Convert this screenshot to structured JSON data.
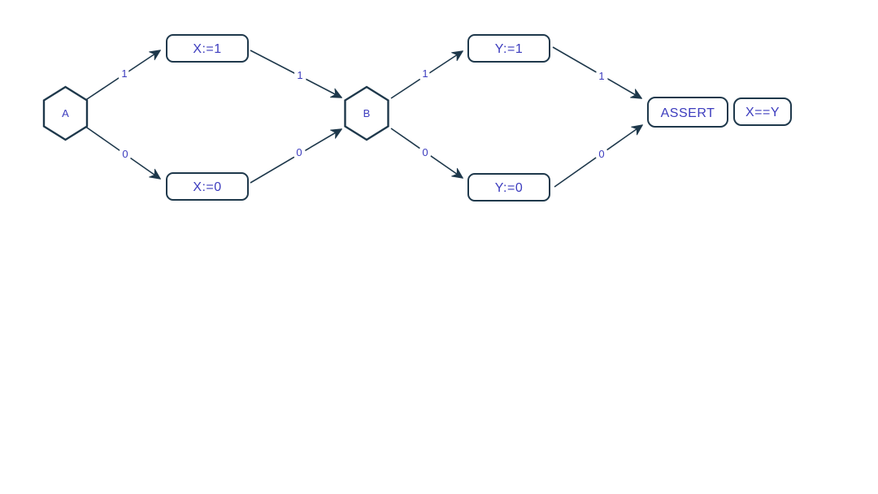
{
  "page": {
    "background": "#ffffff"
  },
  "diagram": {
    "type": "control-flow-graph",
    "colors": {
      "node_stroke": "#1e384b",
      "node_fill": "#ffffff",
      "text": "#3c3cbe",
      "edge": "#1e384b"
    },
    "nodes": [
      {
        "id": "A",
        "shape": "hexagon",
        "label": "A"
      },
      {
        "id": "assign-x-1",
        "shape": "rounded-rect",
        "label": "X:=1"
      },
      {
        "id": "assign-x-0",
        "shape": "rounded-rect",
        "label": "X:=0"
      },
      {
        "id": "B",
        "shape": "hexagon",
        "label": "B"
      },
      {
        "id": "assign-y-1",
        "shape": "rounded-rect",
        "label": "Y:=1"
      },
      {
        "id": "assign-y-0",
        "shape": "rounded-rect",
        "label": "Y:=0"
      },
      {
        "id": "assert",
        "shape": "rounded-rect",
        "label": "ASSERT"
      },
      {
        "id": "assert-condition",
        "shape": "rounded-rect",
        "label": "X==Y"
      }
    ],
    "edges": [
      {
        "from": "A",
        "to": "assign-x-1",
        "label": "1"
      },
      {
        "from": "A",
        "to": "assign-x-0",
        "label": "0"
      },
      {
        "from": "assign-x-1",
        "to": "B",
        "label": "1"
      },
      {
        "from": "assign-x-0",
        "to": "B",
        "label": "0"
      },
      {
        "from": "B",
        "to": "assign-y-1",
        "label": "1"
      },
      {
        "from": "B",
        "to": "assign-y-0",
        "label": "0"
      },
      {
        "from": "assign-y-1",
        "to": "assert",
        "label": "1"
      },
      {
        "from": "assign-y-0",
        "to": "assert",
        "label": "0"
      }
    ]
  }
}
